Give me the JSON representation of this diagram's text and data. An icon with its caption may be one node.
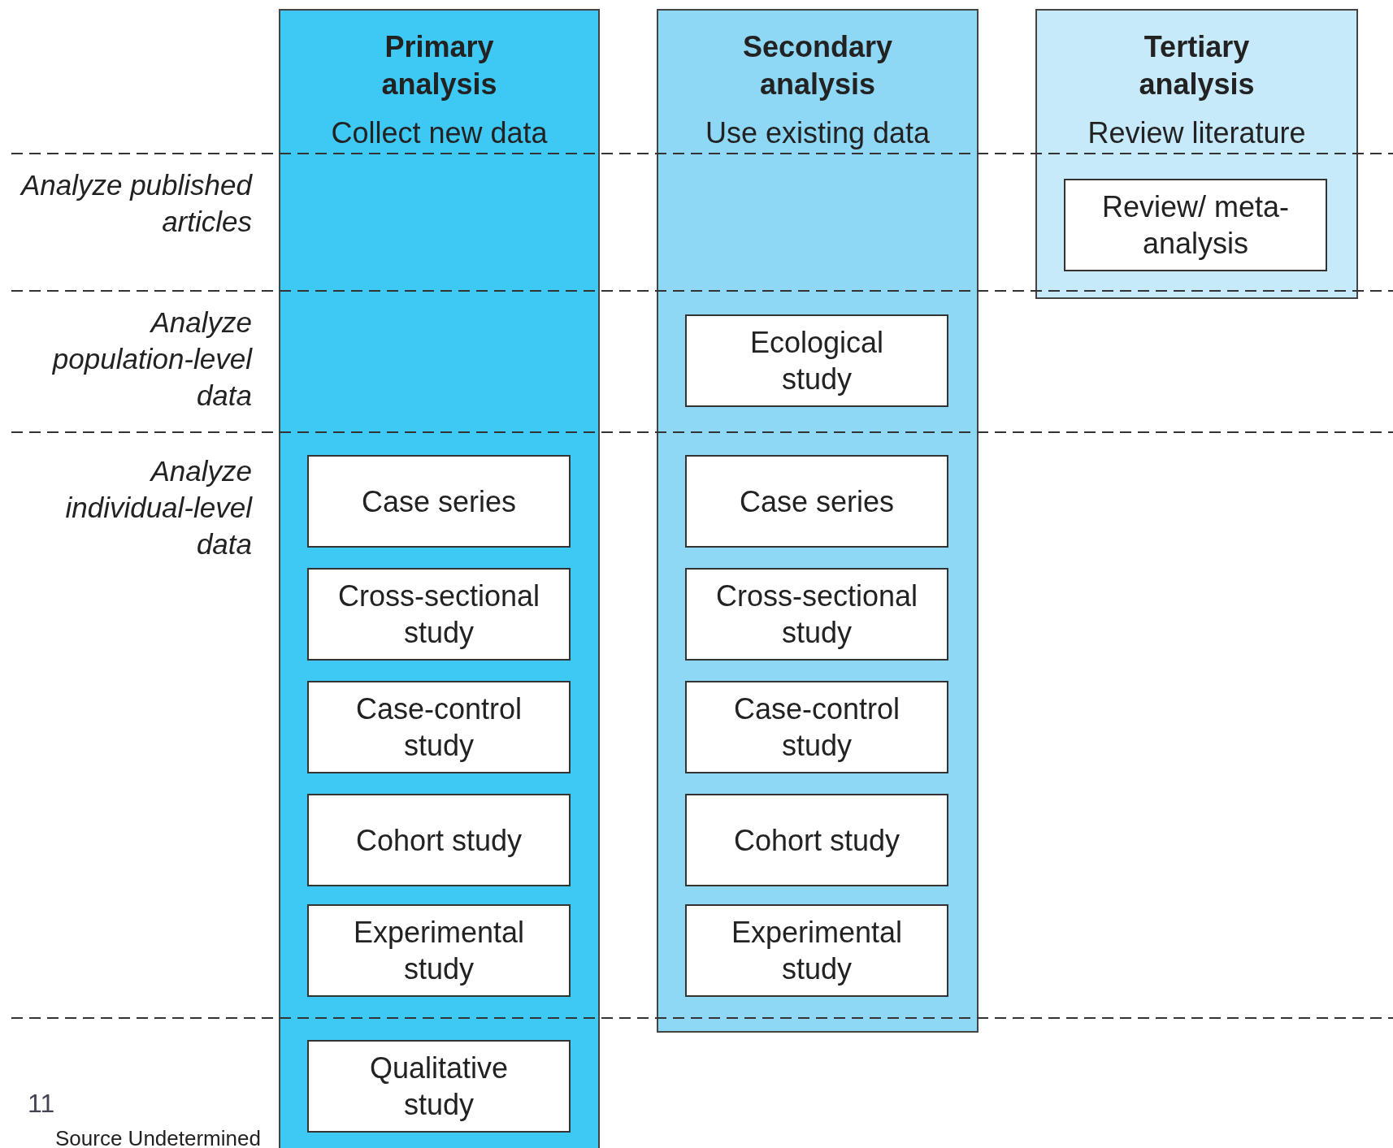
{
  "diagram": {
    "nodes": [
      {
        "text": [
          "Primary analysis",
          "Collect new data"
        ]
      },
      {
        "text": [
          "Secondary analysis",
          "Use existing data"
        ]
      },
      {
        "text": [
          "Tertiary analysis",
          "Review literature"
        ]
      },
      {
        "text": [
          "Review/ meta-analysis"
        ],
        "in": 2
      },
      {
        "text": [
          "Ecological study"
        ],
        "in": 1
      },
      {
        "text": [
          "Case series"
        ],
        "in": 0
      },
      {
        "text": [
          "Cross-sectional study"
        ],
        "in": 0
      },
      {
        "text": [
          "Case-control study"
        ],
        "in": 0
      },
      {
        "text": [
          "Cohort study"
        ],
        "in": 0
      },
      {
        "text": [
          "Experimental study"
        ],
        "in": 0
      },
      {
        "text": [
          "Case series"
        ],
        "in": 1
      },
      {
        "text": [
          "Cross-sectional study"
        ],
        "in": 1
      },
      {
        "text": [
          "Case-control study"
        ],
        "in": 1
      },
      {
        "text": [
          "Cohort study"
        ],
        "in": 1
      },
      {
        "text": [
          "Experimental study"
        ],
        "in": 1
      },
      {
        "text": [
          "Qualitative study"
        ],
        "in": 0
      }
    ],
    "labels": [
      "Analyze published articles",
      "Analyze population-level data",
      "Analyze individual-level data",
      "11",
      "Source Undetermined"
    ]
  }
}
